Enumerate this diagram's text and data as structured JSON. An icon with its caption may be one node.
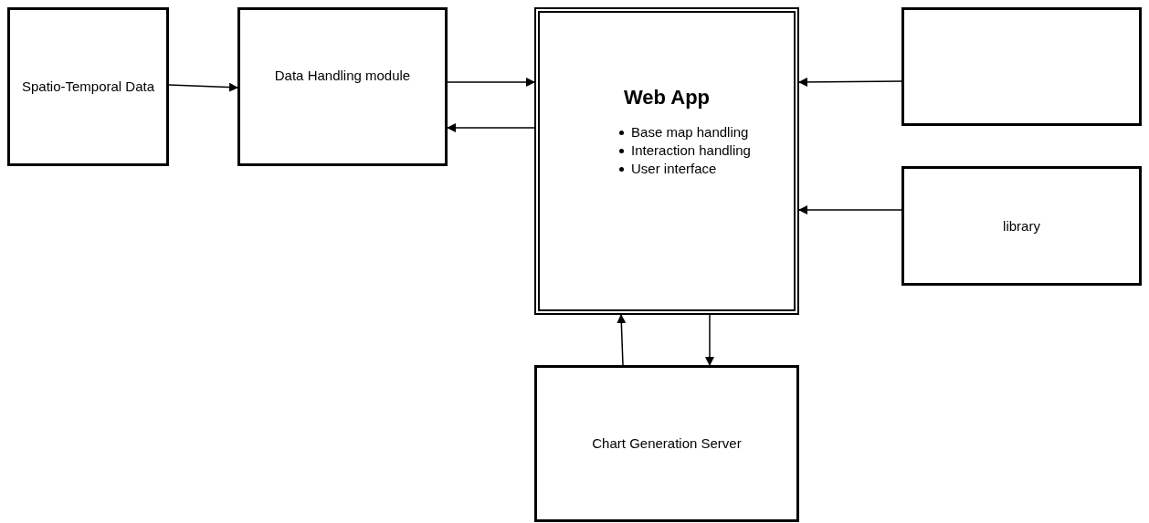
{
  "diagram": {
    "nodes": [
      {
        "text": [
          "Spatio-Temporal Data"
        ]
      },
      {
        "text": [
          "Data Handling module"
        ]
      },
      {
        "text": [
          "Web App",
          "Base map handling",
          "Interaction handling",
          "User interface"
        ]
      },
      {
        "text": [],
        "shape": "box"
      },
      {
        "text": [
          "library"
        ]
      },
      {
        "text": [
          "Chart Generation Server"
        ]
      }
    ],
    "edges": [
      {
        "from": 0,
        "to": 1,
        "arrow": "to"
      },
      {
        "from": 1,
        "to": 2,
        "arrow": "to"
      },
      {
        "from": 2,
        "to": 1,
        "arrow": "to"
      },
      {
        "from": 3,
        "to": 2,
        "arrow": "to"
      },
      {
        "from": 4,
        "to": 2,
        "arrow": "to"
      },
      {
        "from": 5,
        "to": 2,
        "arrow": "to"
      },
      {
        "from": 2,
        "to": 5,
        "arrow": "to"
      }
    ]
  }
}
